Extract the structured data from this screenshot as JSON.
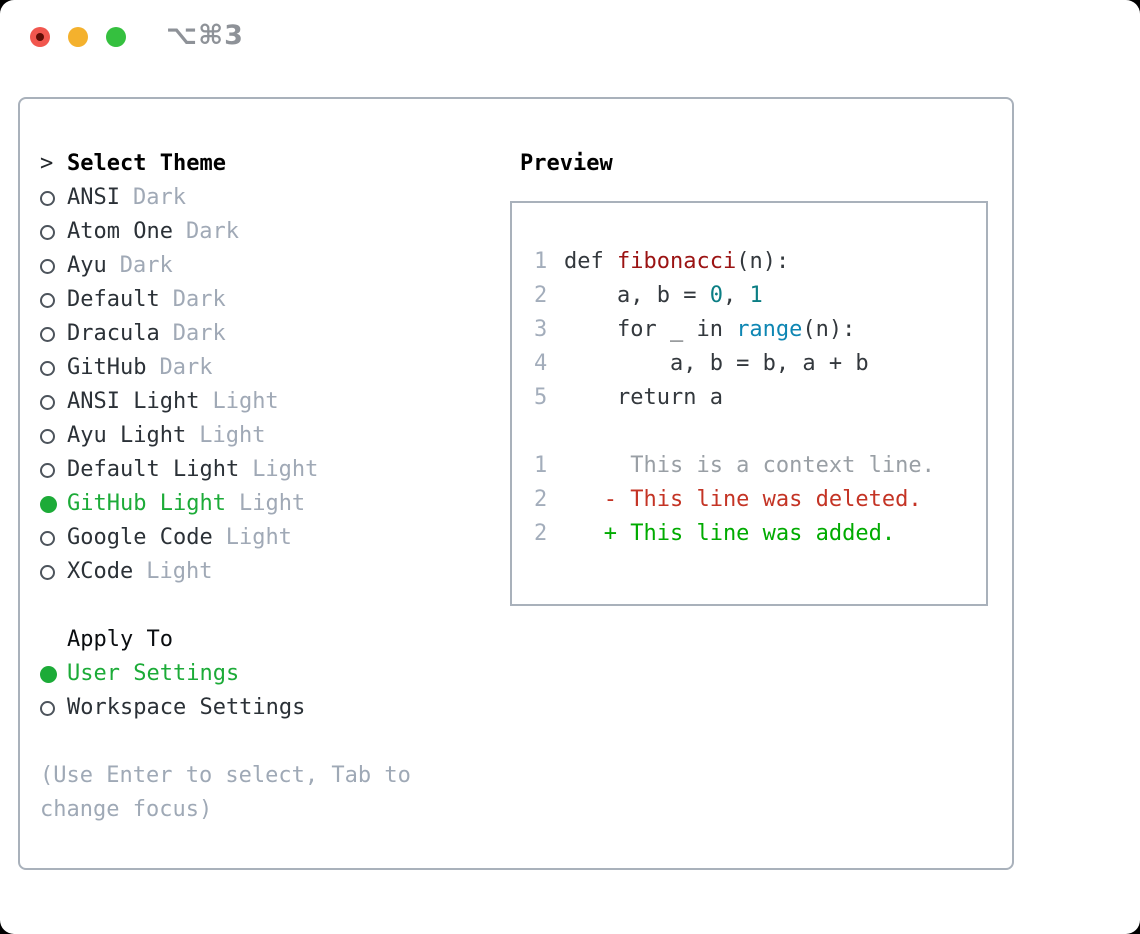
{
  "window": {
    "title": "⌥⌘3",
    "traffic_lights": [
      {
        "name": "close",
        "color": "#f1564e"
      },
      {
        "name": "minimize",
        "color": "#f4b12d"
      },
      {
        "name": "zoom",
        "color": "#35c03f"
      }
    ]
  },
  "theme_picker": {
    "prompt": ">",
    "header": "Select Theme",
    "themes": [
      {
        "name": "ANSI",
        "variant": "Dark",
        "selected": false
      },
      {
        "name": "Atom One",
        "variant": "Dark",
        "selected": false
      },
      {
        "name": "Ayu",
        "variant": "Dark",
        "selected": false
      },
      {
        "name": "Default",
        "variant": "Dark",
        "selected": false
      },
      {
        "name": "Dracula",
        "variant": "Dark",
        "selected": false
      },
      {
        "name": "GitHub",
        "variant": "Dark",
        "selected": false
      },
      {
        "name": "ANSI Light",
        "variant": "Light",
        "selected": false
      },
      {
        "name": "Ayu Light",
        "variant": "Light",
        "selected": false
      },
      {
        "name": "Default Light",
        "variant": "Light",
        "selected": false
      },
      {
        "name": "GitHub Light",
        "variant": "Light",
        "selected": true
      },
      {
        "name": "Google Code",
        "variant": "Light",
        "selected": false
      },
      {
        "name": "XCode",
        "variant": "Light",
        "selected": false
      }
    ],
    "apply_to": {
      "header": "Apply To",
      "options": [
        {
          "name": "User Settings",
          "selected": true
        },
        {
          "name": "Workspace Settings",
          "selected": false
        }
      ]
    },
    "hint": "(Use Enter to select, Tab to change focus)"
  },
  "preview": {
    "header": "Preview",
    "lines": [
      {
        "num": "1",
        "segments": [
          {
            "t": "def ",
            "c": "k"
          },
          {
            "t": "fibonacci",
            "c": "fn"
          },
          {
            "t": "(n):",
            "c": "p"
          }
        ]
      },
      {
        "num": "2",
        "segments": [
          {
            "t": "    a, b = ",
            "c": "p"
          },
          {
            "t": "0",
            "c": "num"
          },
          {
            "t": ", ",
            "c": "p"
          },
          {
            "t": "1",
            "c": "num"
          }
        ]
      },
      {
        "num": "3",
        "segments": [
          {
            "t": "    for _ in ",
            "c": "p"
          },
          {
            "t": "range",
            "c": "bi"
          },
          {
            "t": "(n):",
            "c": "p"
          }
        ]
      },
      {
        "num": "4",
        "segments": [
          {
            "t": "        a, b = b, a + b",
            "c": "p"
          }
        ]
      },
      {
        "num": "5",
        "segments": [
          {
            "t": "    return a",
            "c": "p"
          }
        ]
      },
      {
        "num": "",
        "segments": []
      },
      {
        "num": "1",
        "segments": [
          {
            "t": "     This is a context line.",
            "c": "ctx"
          }
        ]
      },
      {
        "num": "2",
        "segments": [
          {
            "t": "   - This line was deleted.",
            "c": "del"
          }
        ]
      },
      {
        "num": "2",
        "segments": [
          {
            "t": "   + This line was added.",
            "c": "add"
          }
        ]
      }
    ]
  },
  "colors": {
    "selected_green": "#1cab38",
    "added_green": "#00ab00",
    "deleted_red": "#c43425",
    "function_red": "#9b1313",
    "number_teal": "#0b7e84",
    "builtin_blue": "#0e86b3",
    "muted_gray": "#a0a9b6",
    "border_gray": "#a9b1bb"
  }
}
